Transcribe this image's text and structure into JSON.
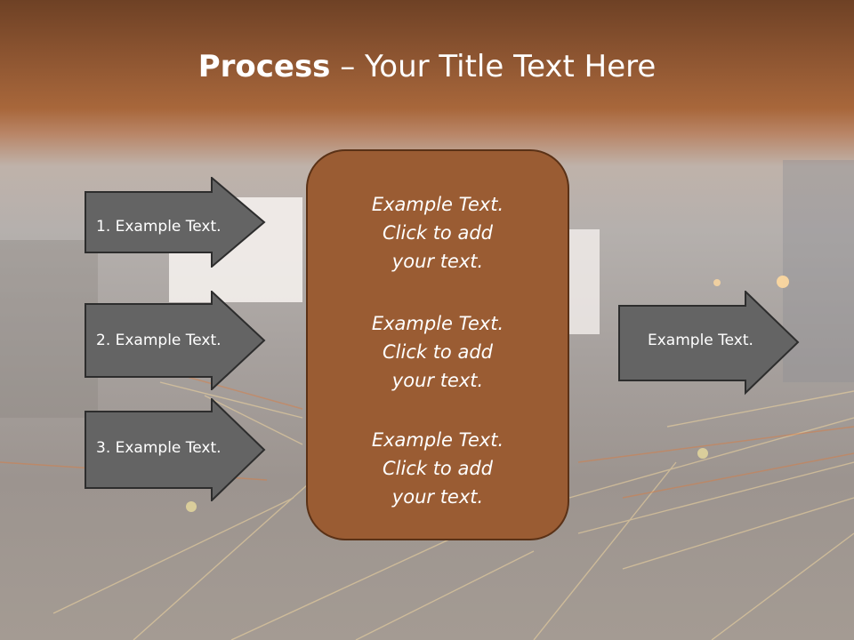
{
  "title": {
    "bold": "Process",
    "rest": " – Your Title Text Here"
  },
  "left_arrows": [
    {
      "label": "1. Example Text."
    },
    {
      "label": "2. Example Text."
    },
    {
      "label": "3. Example Text."
    }
  ],
  "center_box": {
    "blocks": [
      {
        "line1": "Example Text.",
        "line2": "Click  to add",
        "line3": "your text."
      },
      {
        "line1": "Example Text.",
        "line2": "Click  to add",
        "line3": "your text."
      },
      {
        "line1": "Example Text.",
        "line2": "Click  to add",
        "line3": "your text."
      }
    ]
  },
  "right_arrow": {
    "label": "Example Text."
  },
  "colors": {
    "arrow_fill": "#646464",
    "box_fill": "#9a5c33",
    "title_band": "#8a5330"
  }
}
